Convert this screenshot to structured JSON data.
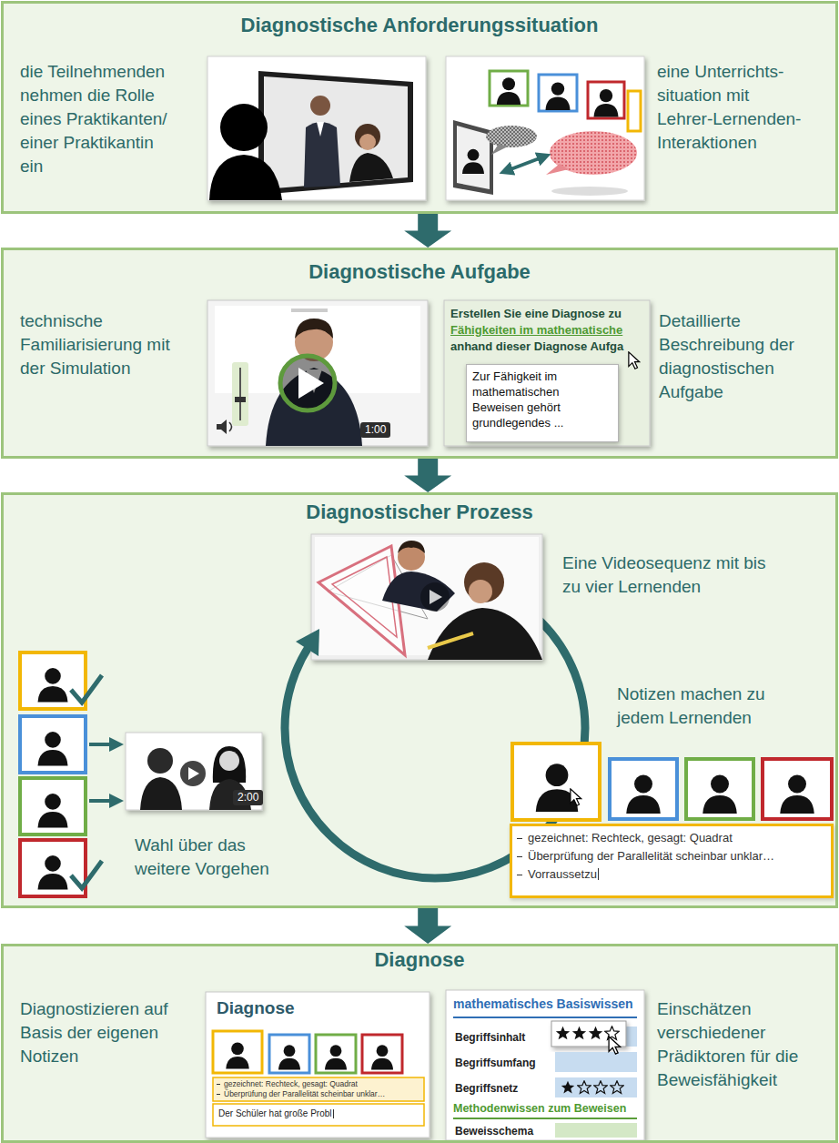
{
  "diagram": {
    "nodes": [
      {
        "text": [
          "Diagnostische Anforderungssituation",
          "die Teilnehmenden nehmen die Rolle eines Praktikanten/ einer Praktikantin ein",
          "eine Unterrichts-situation mit Lehrer-Lernenden-Interaktionen"
        ]
      },
      {
        "text": [
          "Diagnostische Aufgabe",
          "technische Familiarisierung mit der Simulation",
          "Detaillierte Beschreibung der diagnostischen Aufgabe"
        ]
      },
      {
        "text": [
          "1:00"
        ],
        "in": 1
      },
      {
        "text": [
          "Erstellen Sie eine Diagnose zu",
          "Fähigkeiten im mathematische",
          "anhand dieser Diagnose Aufga"
        ],
        "in": 1
      },
      {
        "text": [
          "Zur Fähigkeit im mathematischen Beweisen gehört grundlegendes ..."
        ],
        "in": 3
      },
      {
        "text": [
          "Diagnostischer Prozess",
          "Eine Videosequenz mit bis zu vier Lernenden",
          "Notizen machen zu jedem Lernenden",
          "Wahl über das weitere Vorgehen"
        ]
      },
      {
        "text": [
          "2:00"
        ],
        "in": 5
      },
      {
        "text": [
          "gezeichnet: Rechteck, gesagt: Quadrat",
          "Überprüfung der Parallelität scheinbar unklar…",
          "Vorraussetzu"
        ],
        "in": 5
      },
      {
        "text": [
          "Diagnose",
          "Diagnostizieren auf Basis der eigenen Notizen",
          "Einschätzen verschiedener Prädiktoren für die Beweisfähigkeit"
        ]
      },
      {
        "text": [
          "Diagnose",
          "gezeichnet: Rechteck, gesagt: Quadrat",
          "Überprüfung der Parallelität scheinbar unklar…",
          "Der Schüler hat große Probl"
        ],
        "in": 8
      },
      {
        "text": [
          "mathematisches Basiswissen",
          "Begriffsinhalt",
          "Begriffsumfang",
          "Begriffsnetz",
          "Methodenwissen zum Beweisen",
          "Beweisschema"
        ],
        "in": 8
      }
    ],
    "edges": [
      {
        "from": 0,
        "to": 1,
        "arrow": "to"
      },
      {
        "from": 1,
        "to": 5,
        "arrow": "to"
      },
      {
        "from": 5,
        "to": 8,
        "arrow": "to"
      }
    ]
  }
}
